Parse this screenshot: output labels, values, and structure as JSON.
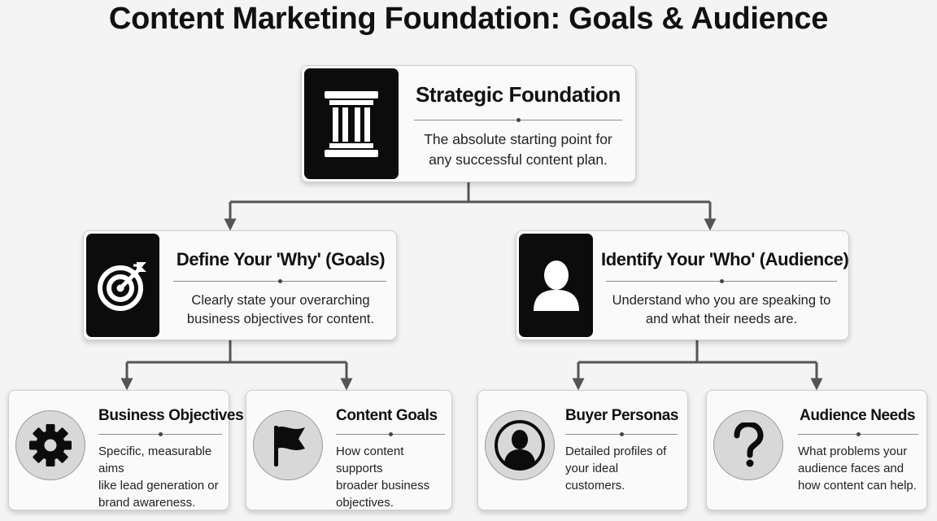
{
  "title": "Content Marketing Foundation: Goals & Audience",
  "root": {
    "title": "Strategic Foundation",
    "desc_line1": "The absolute starting point for",
    "desc_line2": "any successful content plan.",
    "icon": "pillar-icon"
  },
  "goals": {
    "title": "Define Your 'Why' (Goals)",
    "desc_line1": "Clearly state your overarching",
    "desc_line2": "business objectives for content.",
    "icon": "target-icon"
  },
  "audience": {
    "title": "Identify Your 'Who' (Audience)",
    "desc_line1": "Understand who you are speaking to",
    "desc_line2": "and what their needs are.",
    "icon": "person-icon"
  },
  "leaves": {
    "business_objectives": {
      "title": "Business Objectives",
      "lines": [
        "Specific, measurable aims",
        "like lead generation or",
        "brand awareness."
      ],
      "icon": "gear-icon"
    },
    "content_goals": {
      "title": "Content Goals",
      "lines": [
        "How content supports",
        "broader business",
        "objectives."
      ],
      "icon": "flag-icon"
    },
    "buyer_personas": {
      "title": "Buyer Personas",
      "lines": [
        "Detailed profiles of",
        "your ideal",
        "customers."
      ],
      "icon": "user-circle-icon"
    },
    "audience_needs": {
      "title": "Audience Needs",
      "lines": [
        "What problems your",
        "audience faces and",
        "how content can help."
      ],
      "icon": "question-icon"
    }
  }
}
